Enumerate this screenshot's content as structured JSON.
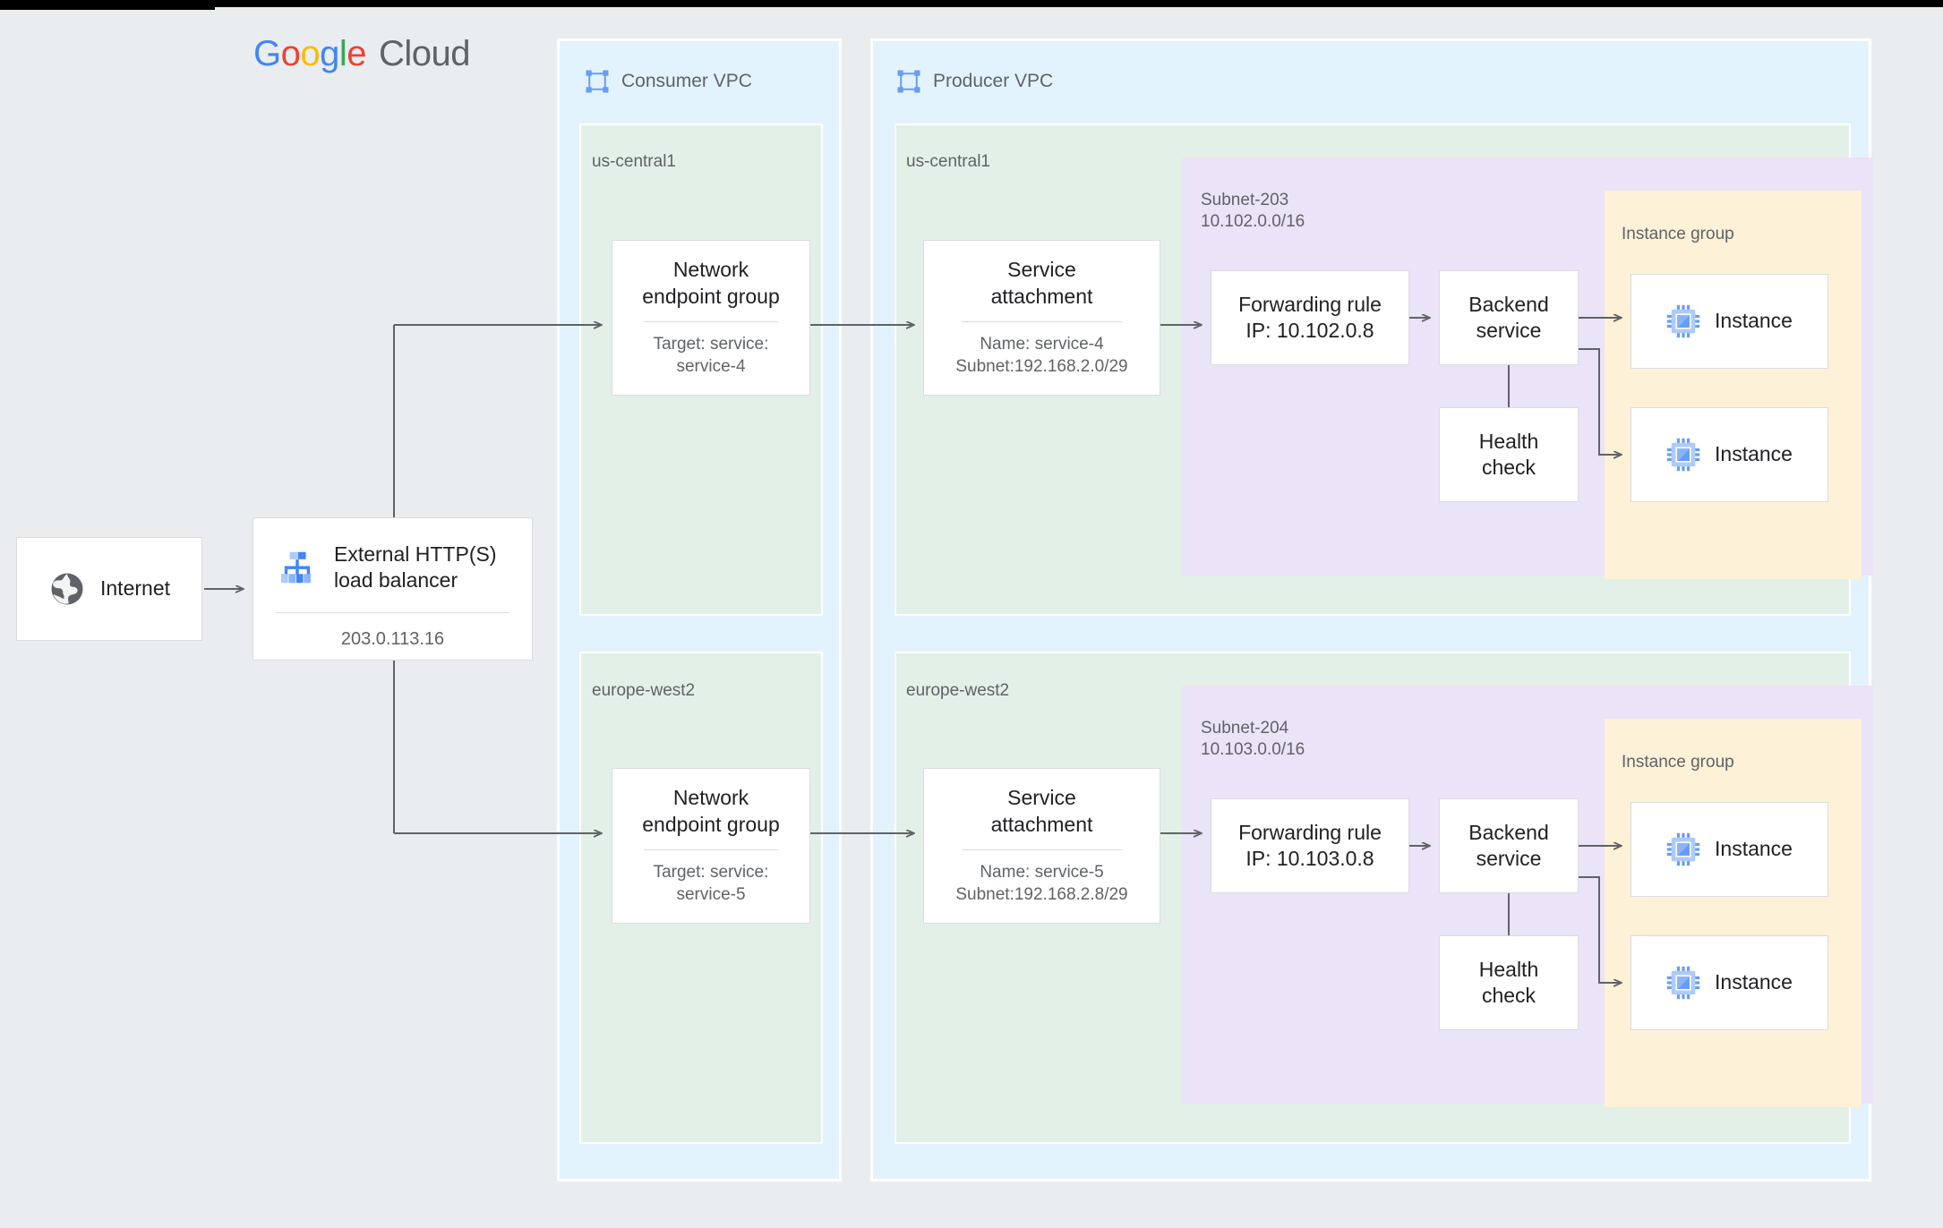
{
  "logo": {
    "google": "Google",
    "cloud": "Cloud",
    "letters": [
      "G",
      "o",
      "o",
      "g",
      "l",
      "e"
    ],
    "colors": [
      "#4285F4",
      "#EA4335",
      "#FBBC05",
      "#4285F4",
      "#34A853",
      "#EA4335"
    ],
    "cloud_color": "#5F6368"
  },
  "internet": {
    "label": "Internet",
    "icon": "globe-icon"
  },
  "load_balancer": {
    "title": "External HTTP(S)\nload balancer",
    "ip": "203.0.113.16",
    "icon": "load-balancer-icon"
  },
  "consumer_vpc": {
    "title": "Consumer VPC",
    "icon": "vpc-icon",
    "regions": [
      {
        "name": "us-central1",
        "neg": {
          "title": "Network\nendpoint group",
          "sub": "Target: service:\nservice-4"
        }
      },
      {
        "name": "europe-west2",
        "neg": {
          "title": "Network\nendpoint group",
          "sub": "Target: service:\nservice-5"
        }
      }
    ]
  },
  "producer_vpc": {
    "title": "Producer VPC",
    "icon": "vpc-icon",
    "regions": [
      {
        "name": "us-central1",
        "service_attachment": {
          "title": "Service\nattachment",
          "sub": "Name: service-4\nSubnet:192.168.2.0/29"
        },
        "subnet": {
          "name": "Subnet-203",
          "cidr": "10.102.0.0/16"
        },
        "forwarding_rule": {
          "title": "Forwarding rule\nIP: 10.102.0.8"
        },
        "backend_service": {
          "title": "Backend\nservice"
        },
        "health_check": {
          "title": "Health\ncheck"
        },
        "instance_group": {
          "label": "Instance group",
          "instances": [
            {
              "label": "Instance",
              "icon": "instance-chip-icon"
            },
            {
              "label": "Instance",
              "icon": "instance-chip-icon"
            }
          ]
        }
      },
      {
        "name": "europe-west2",
        "service_attachment": {
          "title": "Service\nattachment",
          "sub": "Name: service-5\nSubnet:192.168.2.8/29"
        },
        "subnet": {
          "name": "Subnet-204",
          "cidr": "10.103.0.0/16"
        },
        "forwarding_rule": {
          "title": "Forwarding rule\nIP: 10.103.0.8"
        },
        "backend_service": {
          "title": "Backend\nservice"
        },
        "health_check": {
          "title": "Health\ncheck"
        },
        "instance_group": {
          "label": "Instance group",
          "instances": [
            {
              "label": "Instance",
              "icon": "instance-chip-icon"
            },
            {
              "label": "Instance",
              "icon": "instance-chip-icon"
            }
          ]
        }
      }
    ]
  },
  "palette": {
    "canvas_bg": "#EAEDEF",
    "vpc_bg": "#E3F3FD",
    "region_bg": "#E3F0E8",
    "subnet_bg": "#EBE3F7",
    "instance_group_bg": "#FDF1D7",
    "card_bg": "#FFFFFF",
    "card_border": "#DADCE0",
    "text_primary": "#202124",
    "text_secondary": "#5F6368",
    "connector": "#5F6368",
    "icon_blue": "#669DF6",
    "icon_blue_light": "#AECBFA"
  }
}
